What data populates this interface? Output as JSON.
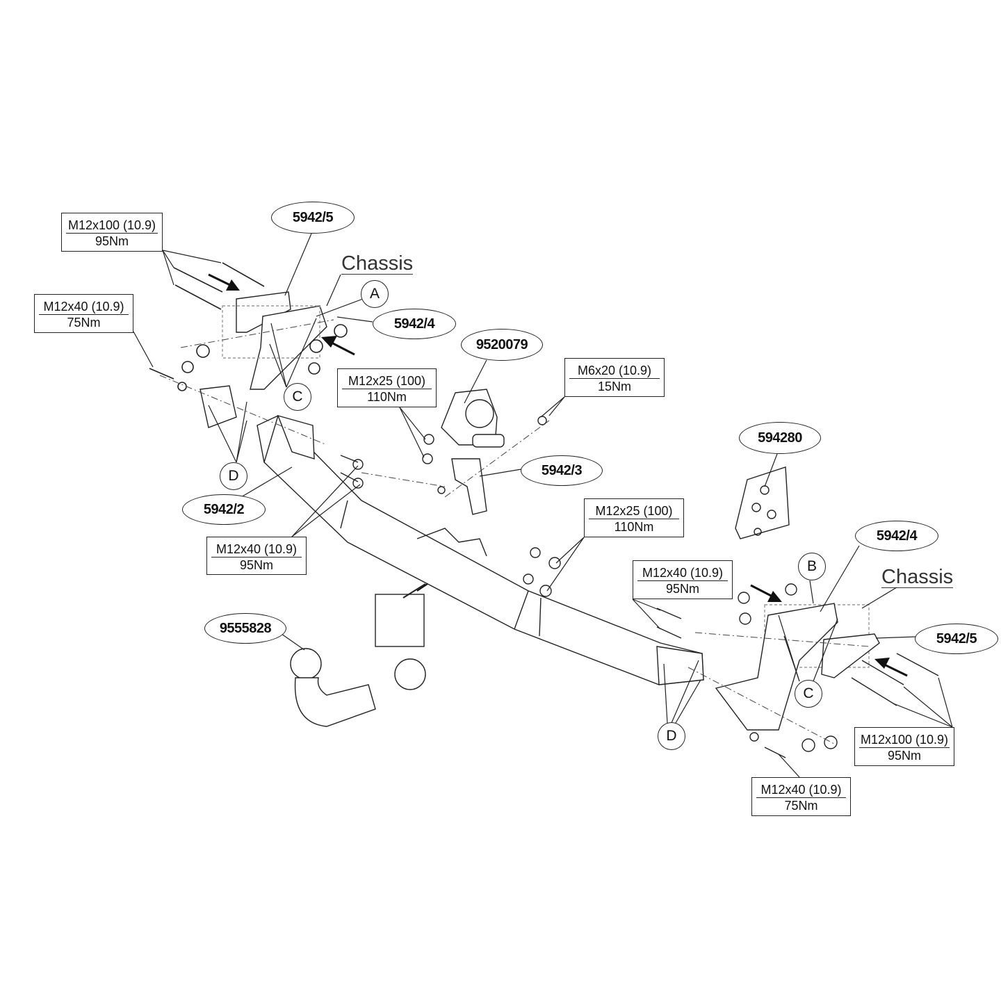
{
  "specs": {
    "tl_m12x100": {
      "size": "M12x100 (10.9)",
      "torque": "95Nm"
    },
    "tl_m12x40": {
      "size": "M12x40 (10.9)",
      "torque": "75Nm"
    },
    "m12x25_a": {
      "size": "M12x25 (100)",
      "torque": "110Nm"
    },
    "m6x20": {
      "size": "M6x20 (10.9)",
      "torque": "15Nm"
    },
    "m12x40_95_left": {
      "size": "M12x40 (10.9)",
      "torque": "95Nm"
    },
    "m12x25_b": {
      "size": "M12x25 (100)",
      "torque": "110Nm"
    },
    "m12x40_95_right": {
      "size": "M12x40 (10.9)",
      "torque": "95Nm"
    },
    "br_m12x100": {
      "size": "M12x100 (10.9)",
      "torque": "95Nm"
    },
    "br_m12x40": {
      "size": "M12x40 (10.9)",
      "torque": "75Nm"
    }
  },
  "parts": {
    "p5942_5_left": "5942/5",
    "p5942_4_left": "5942/4",
    "p9520079": "9520079",
    "p5942_2": "5942/2",
    "p5942_3": "5942/3",
    "p594280": "594280",
    "p5942_4_right": "5942/4",
    "p5942_5_right": "5942/5",
    "p9555828": "9555828"
  },
  "markers": {
    "a": "A",
    "b": "B",
    "c_left": "C",
    "c_right": "C",
    "d_left": "D",
    "d_right": "D"
  },
  "chassis_label": "Chassis"
}
